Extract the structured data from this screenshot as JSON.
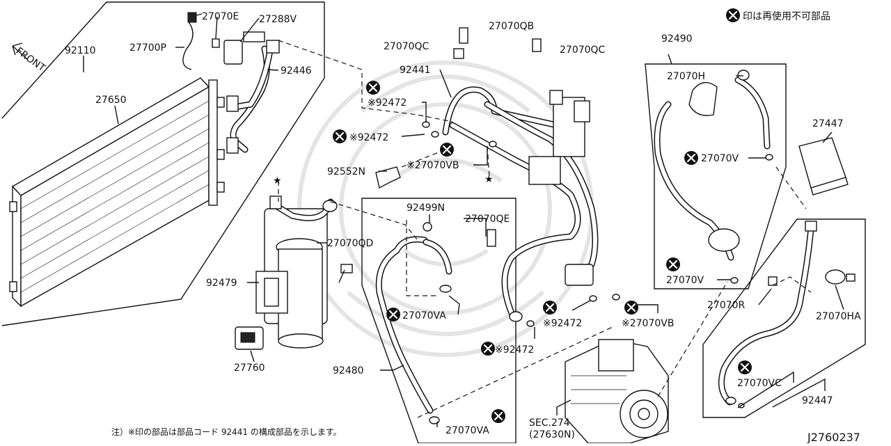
{
  "legend": {
    "text": "印は再使用不可部品"
  },
  "footnote": "注）※印の部品は部品コード 92441 の構成部品を示します。",
  "diagram_code": "J2760237",
  "front_label": "FRONT",
  "star": "★",
  "labels": {
    "p92110": "92110",
    "p27700P": "27700P",
    "p27070E": "27070E",
    "p27288V": "27288V",
    "p92446": "92446",
    "p27650": "27650",
    "p27070QB": "27070QB",
    "p27070QC_1": "27070QC",
    "p27070QC_2": "27070QC",
    "p92441": "92441",
    "p92472_a": "※92472",
    "p92472_b": "※92472",
    "p27070VB_a": "※27070VB",
    "p92552N": "92552N",
    "p92499N": "92499N",
    "p27070QE": "27070QE",
    "p27070QD": "27070QD",
    "p92479": "92479",
    "p27070VA_a": "27070VA",
    "p27760": "27760",
    "p92480": "92480",
    "p27070VA_b": "27070VA",
    "p92472_c": "※92472",
    "p27070VB_b": "※27070VB",
    "p92472_d": "※92472",
    "p_sec274": "SEC.274",
    "p_27630N": "(27630N)",
    "p92490": "92490",
    "p27070H": "27070H",
    "p27070V_a": "27070V",
    "p27447": "27447",
    "p27070V_b": "27070V",
    "p27070R": "27070R",
    "p27070HA": "27070HA",
    "p27070VC": "27070VC",
    "p92447": "92447"
  }
}
